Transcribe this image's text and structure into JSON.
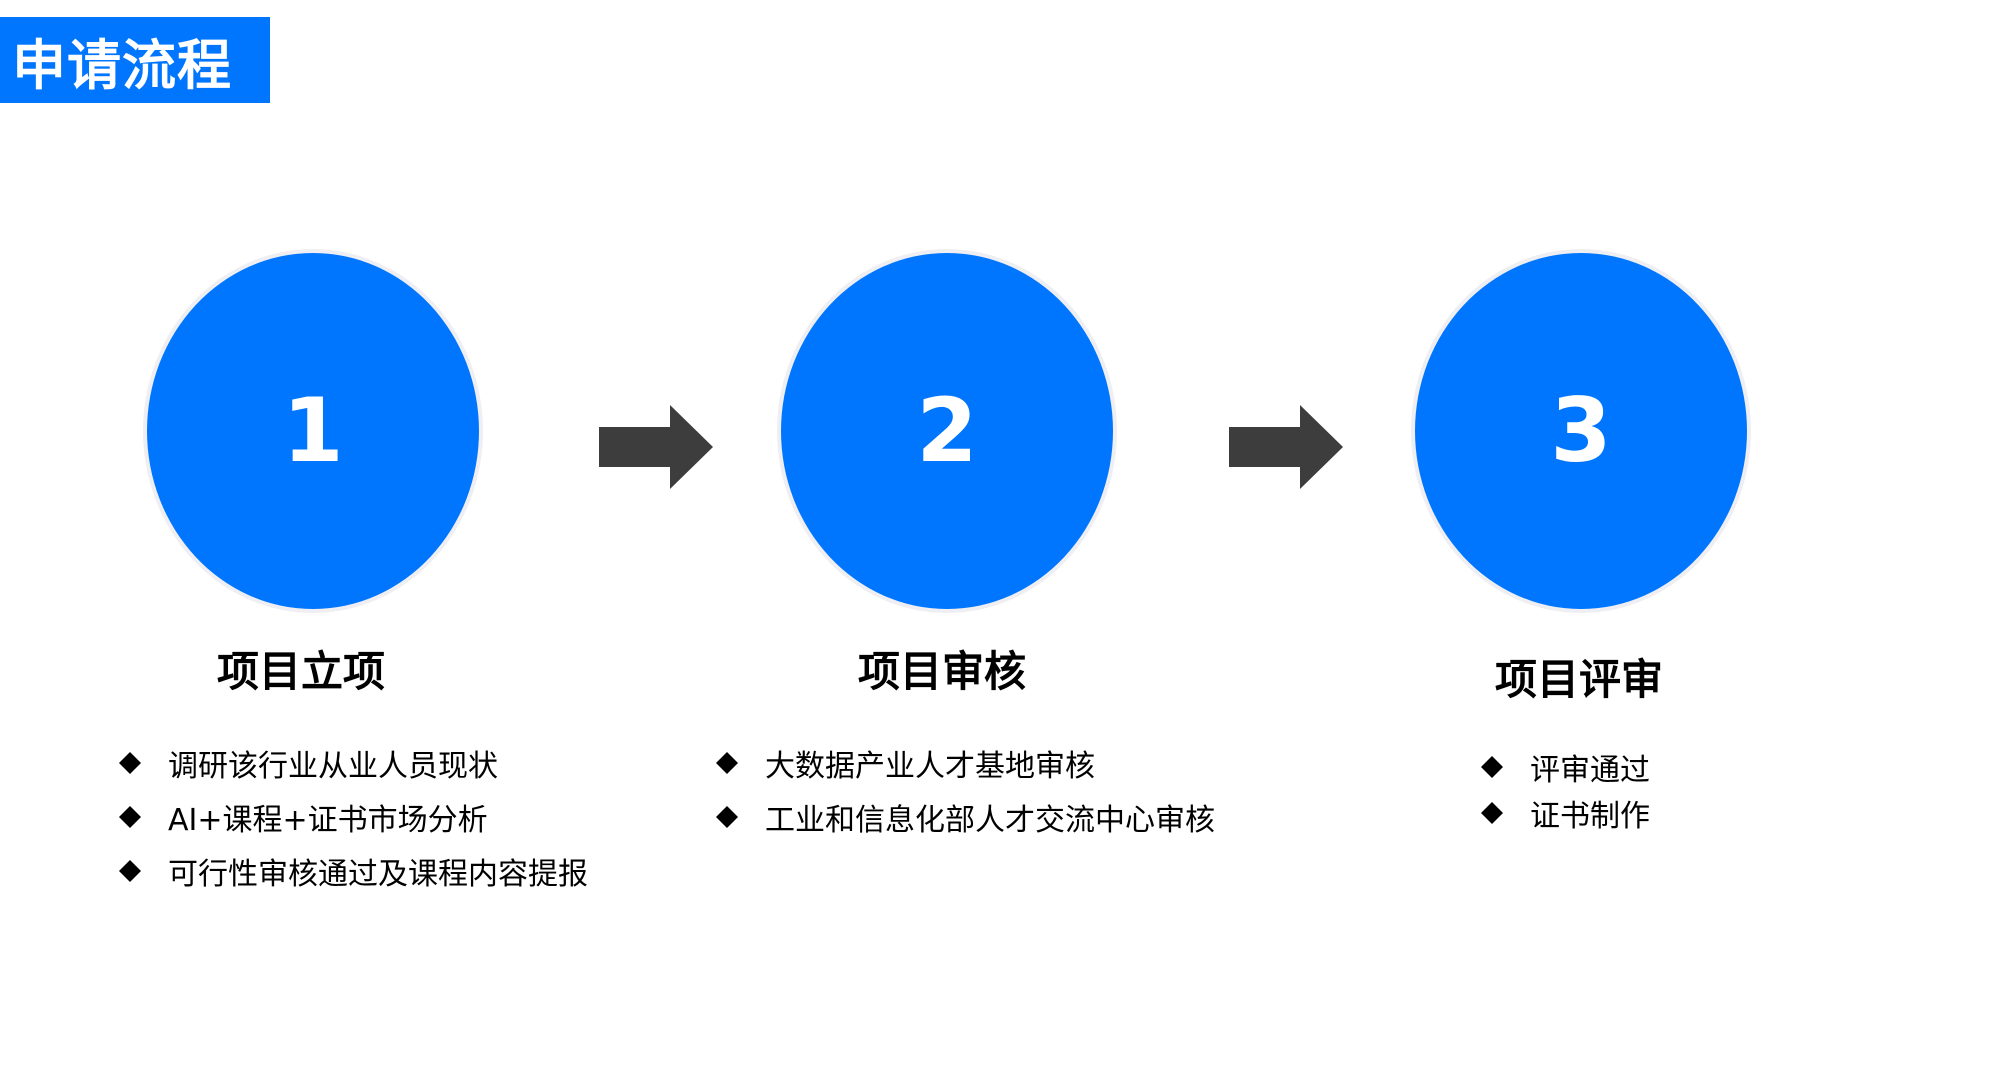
{
  "header": {
    "title": "申请流程"
  },
  "colors": {
    "accent": "#0076ff",
    "arrow": "#3d3d3d",
    "bullet": "#000000",
    "circle_ring": "#efeff3",
    "text": "#000000",
    "background": "#ffffff"
  },
  "steps": [
    {
      "number": "1",
      "title": "项目立项",
      "items": [
        "调研该行业从业人员现状",
        "AI+课程+证书市场分析",
        "可行性审核通过及课程内容提报"
      ]
    },
    {
      "number": "2",
      "title": "项目审核",
      "items": [
        "大数据产业人才基地审核",
        "工业和信息化部人才交流中心审核"
      ]
    },
    {
      "number": "3",
      "title": "项目评审",
      "items": [
        "评审通过",
        "证书制作"
      ]
    }
  ],
  "icons": {
    "arrow": "right-arrow-icon",
    "bullet": "diamond-bullet-icon"
  }
}
